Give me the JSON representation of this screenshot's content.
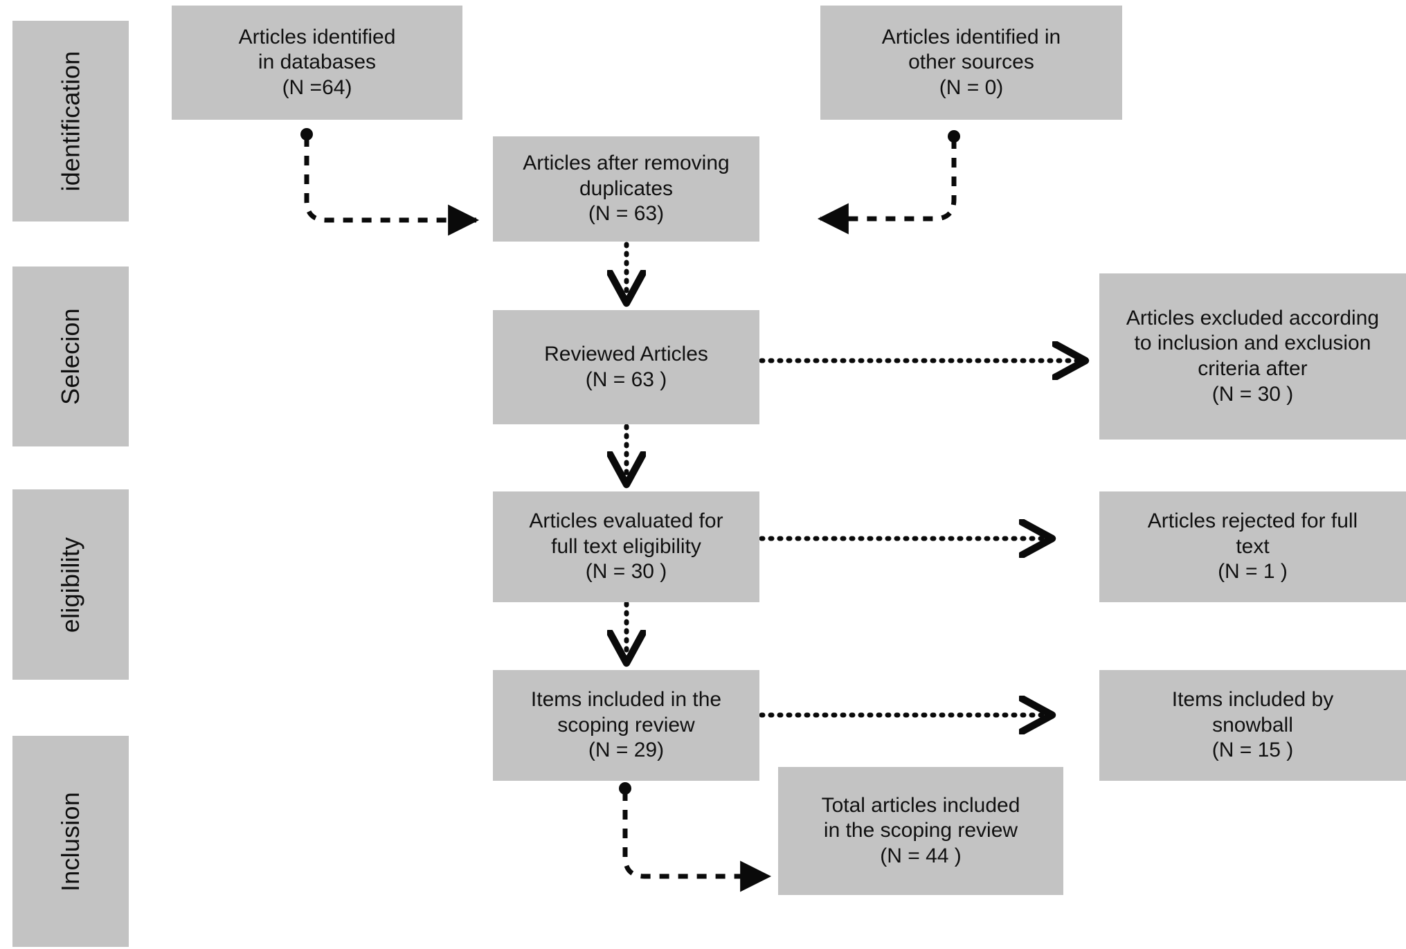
{
  "diagram": {
    "title": "PRISMA scoping review flow diagram",
    "box_fill": "#c3c3c3",
    "text_color": "#101010",
    "connector_color": "#0a0a0a"
  },
  "stages": [
    {
      "label": "identification",
      "name": "stage-label-identification"
    },
    {
      "label": "Selecion",
      "name": "stage-label-selection"
    },
    {
      "label": "eligibility",
      "name": "stage-label-eligibility"
    },
    {
      "label": "Inclusion",
      "name": "stage-label-inclusion"
    }
  ],
  "boxes": {
    "identified_databases": {
      "text": "Articles identified\nin databases\n(N =64)",
      "count": 64
    },
    "identified_other": {
      "text": "Articles identified in\nother sources\n(N = 0)",
      "count": 0
    },
    "after_duplicates": {
      "text": "Articles after removing\nduplicates\n(N = 63)",
      "count": 63
    },
    "reviewed": {
      "text": "Reviewed Articles\n(N = 63 )",
      "count": 63
    },
    "excluded_criteria": {
      "text": "Articles excluded according\nto inclusion and exclusion\ncriteria after\n(N = 30 )",
      "count": 30
    },
    "full_text_eligibility": {
      "text": "Articles evaluated for\nfull text eligibility\n(N = 30 )",
      "count": 30
    },
    "rejected_full_text": {
      "text": "Articles rejected for full\ntext\n(N = 1 )",
      "count": 1
    },
    "included_scoping": {
      "text": "Items included in the\nscoping review\n(N = 29)",
      "count": 29
    },
    "included_snowball": {
      "text": "Items included by\nsnowball\n(N = 15 )",
      "count": 15
    },
    "total_included": {
      "text": "Total articles included\nin the scoping review\n(N = 44 )",
      "count": 44
    }
  },
  "connectors": [
    {
      "name": "connector-databases-to-duplicates",
      "style": "elbow-dot-to-filled-arrow"
    },
    {
      "name": "connector-other-sources-to-duplicates",
      "style": "elbow-dot-to-filled-arrow"
    },
    {
      "name": "connector-duplicates-to-reviewed",
      "style": "vertical-chevron"
    },
    {
      "name": "connector-reviewed-to-excluded",
      "style": "horizontal-chevron"
    },
    {
      "name": "connector-reviewed-to-fulltext",
      "style": "vertical-chevron"
    },
    {
      "name": "connector-fulltext-to-rejected",
      "style": "horizontal-chevron"
    },
    {
      "name": "connector-fulltext-to-included",
      "style": "vertical-chevron"
    },
    {
      "name": "connector-included-to-snowball",
      "style": "horizontal-chevron"
    },
    {
      "name": "connector-included-to-total",
      "style": "elbow-dot-to-filled-arrow"
    }
  ]
}
